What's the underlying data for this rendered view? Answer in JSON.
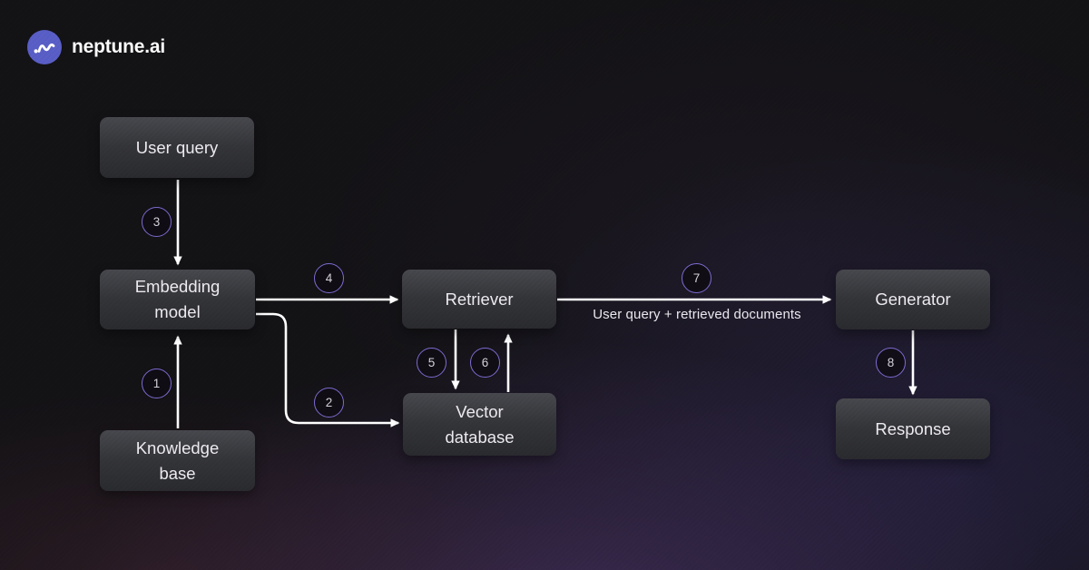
{
  "brand": {
    "name": "neptune.ai",
    "logo_icon": "waveform-icon",
    "logo_color": "#585dc5"
  },
  "colors": {
    "background": "#131215",
    "glow_purple": "#563a76",
    "glow_blue": "#302858",
    "node_fill_top": "#46474c",
    "node_fill_bottom": "#292a2e",
    "node_text": "#eceaee",
    "arrow": "#ffffff",
    "step_circle_border": "#7c6ad0",
    "step_circle_text": "#d3d1d9"
  },
  "diagram": {
    "type": "flowchart",
    "topic": "Retrieval-Augmented Generation pipeline"
  },
  "nodes": [
    {
      "id": "user-query",
      "label": "User query"
    },
    {
      "id": "embedding-model",
      "label": "Embedding model"
    },
    {
      "id": "knowledge-base",
      "label": "Knowledge base"
    },
    {
      "id": "retriever",
      "label": "Retriever"
    },
    {
      "id": "vector-database",
      "label": "Vector database"
    },
    {
      "id": "generator",
      "label": "Generator"
    },
    {
      "id": "response",
      "label": "Response"
    }
  ],
  "steps": [
    "1",
    "2",
    "3",
    "4",
    "5",
    "6",
    "7",
    "8"
  ],
  "edges": {
    "knowledge_base_to_embedding_model": {
      "step": "1"
    },
    "embedding_model_to_vector_database": {
      "step": "2"
    },
    "user_query_to_embedding_model": {
      "step": "3"
    },
    "embedding_model_to_retriever": {
      "step": "4"
    },
    "retriever_to_vector_database": {
      "step": "5"
    },
    "vector_database_to_retriever": {
      "step": "6"
    },
    "retriever_to_generator": {
      "step": "7",
      "label": "User query + retrieved documents"
    },
    "generator_to_response": {
      "step": "8"
    }
  }
}
